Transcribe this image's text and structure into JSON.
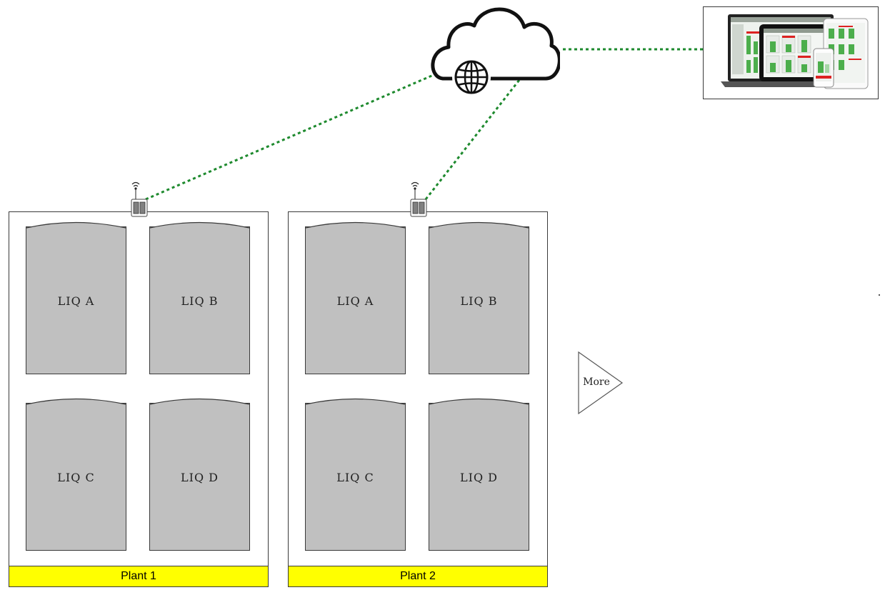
{
  "plants": [
    {
      "label": "Plant 1",
      "tanks": [
        "LIQ A",
        "LIQ B",
        "LIQ C",
        "LIQ D"
      ]
    },
    {
      "label": "Plant 2",
      "tanks": [
        "LIQ A",
        "LIQ B",
        "LIQ C",
        "LIQ D"
      ]
    }
  ],
  "more_label": "More",
  "colors": {
    "link": "#1e8a2e",
    "plant_label_bg": "#ffff00",
    "tank_fill": "#c0c0c0",
    "outline": "#3a3a3a"
  },
  "icons": {
    "cloud": "cloud-icon",
    "globe": "globe-icon",
    "gateway": "gateway-icon",
    "wifi": "wifi-icon",
    "devices": "devices-dashboard-icon",
    "more": "triangle-arrow-icon"
  }
}
